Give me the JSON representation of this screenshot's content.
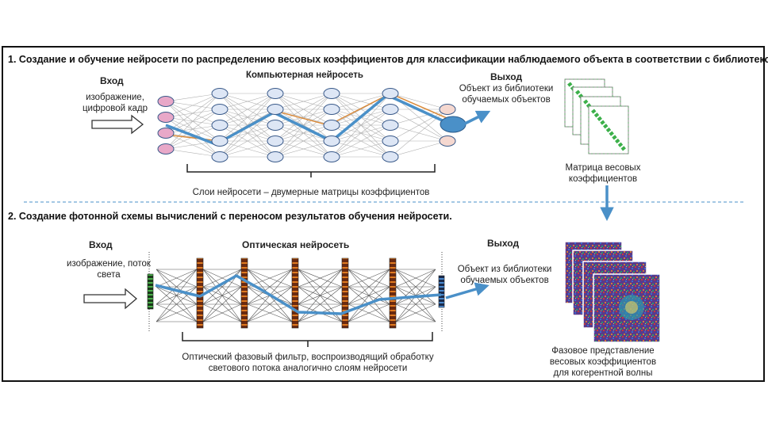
{
  "section1": {
    "title": "1. Создание и обучение нейросети  по распределению весовых коэффициентов для классификации наблюдаемого объекта в соответствии  с библиотекой.",
    "input_header": "Вход",
    "input_desc": "изображение, цифровой кадр",
    "network_header": "Компьютерная  нейросеть",
    "output_header": "Выход",
    "output_desc": "Объект из библиотеки обучаемых объектов",
    "matrix_caption": "Матрица весовых коэффициентов",
    "layers_caption": "Слои нейросети – двумерные матрицы коэффициентов"
  },
  "section2": {
    "title": "2. Создание фотонной схемы вычислений с переносом результатов  обучения нейросети.",
    "input_header": "Вход",
    "input_desc": "изображение, поток света",
    "network_header": "Оптическая нейросеть",
    "output_header": "Выход",
    "output_desc": "Объект из библиотеки обучаемых объектов",
    "phase_caption": "Фазовое представление весовых коэффициентов для когерентной волны",
    "filter_caption": "Оптический фазовый фильтр, воспроизводящий обработку светового потока аналогично слоям нейросети"
  },
  "colors": {
    "arrow": "#4a90c8",
    "input_node": "#e8a8c8",
    "hidden_node": "#dde6f5",
    "output_node": "#f5d8d0",
    "highlight_line": "#d98a3a",
    "matrix_green": "#3cb04a"
  }
}
